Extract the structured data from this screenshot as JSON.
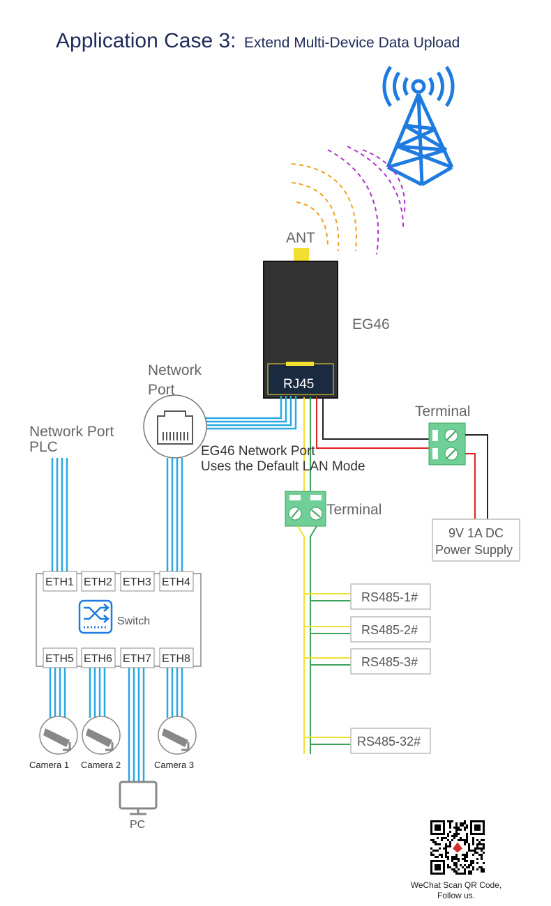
{
  "title": {
    "main": "Application Case 3:",
    "sub": "Extend Multi-Device Data Upload"
  },
  "device": {
    "name": "EG46",
    "antenna": "ANT",
    "port": "RJ45"
  },
  "network_port": {
    "label_line1": "Network",
    "label_line2": "Port"
  },
  "plc": {
    "label_line1": "Network Port",
    "label_line2": "PLC"
  },
  "note": {
    "line1": "EG46 Network Port",
    "line2": "Uses the Default LAN Mode"
  },
  "terminal_power": "Terminal",
  "terminal_rs485": "Terminal",
  "power_supply": {
    "line1": "9V 1A DC",
    "line2": "Power Supply"
  },
  "rs485": [
    "RS485-1#",
    "RS485-2#",
    "RS485-3#",
    "RS485-32#"
  ],
  "switch": {
    "label": "Switch",
    "ports_top": [
      "ETH1",
      "ETH2",
      "ETH3",
      "ETH4"
    ],
    "ports_bottom": [
      "ETH5",
      "ETH6",
      "ETH7",
      "ETH8"
    ]
  },
  "cameras": [
    "Camera 1",
    "Camera 2",
    "Camera 3"
  ],
  "pc": "PC",
  "qr": {
    "line1": "WeChat Scan QR Code,",
    "line2": "Follow us."
  },
  "colors": {
    "title": "#1f2a5a",
    "ethernet_cable": "#2aa8e0",
    "rs485_a": "#f2e030",
    "rs485_b": "#3aa35a",
    "power_pos": "#e02020",
    "power_neg": "#222222",
    "terminal": "#6fcf97",
    "tower": "#1e7be0",
    "wave_orange": "#f0a020",
    "wave_purple": "#b030d0"
  }
}
